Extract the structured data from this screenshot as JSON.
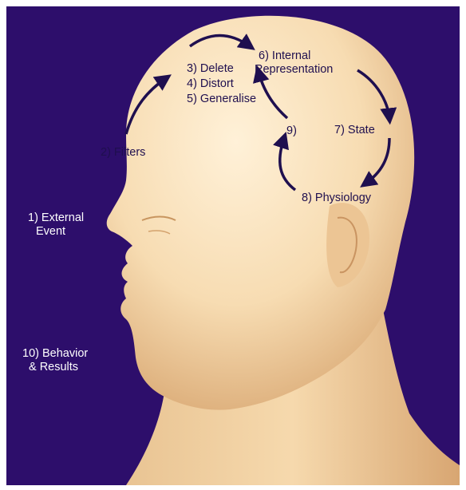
{
  "labels": {
    "external_event": [
      "1) External",
      "Event"
    ],
    "filters": "2) Filters",
    "delete": "3) Delete",
    "distort": "4) Distort",
    "generalise": "5) Generalise",
    "internal_representation": [
      "6) Internal",
      "Representation"
    ],
    "state": "7) State",
    "physiology": "8) Physiology",
    "nine": "9)",
    "behavior_results": [
      "10) Behavior",
      "& Results"
    ]
  },
  "colors": {
    "background": "#2d0e6b",
    "head": "#f7dcb2",
    "head_shadow": "#d9a873",
    "arrow": "#1f0f4f",
    "text_on_background": "#ffffff",
    "text_on_head": "#1f0f4f"
  }
}
